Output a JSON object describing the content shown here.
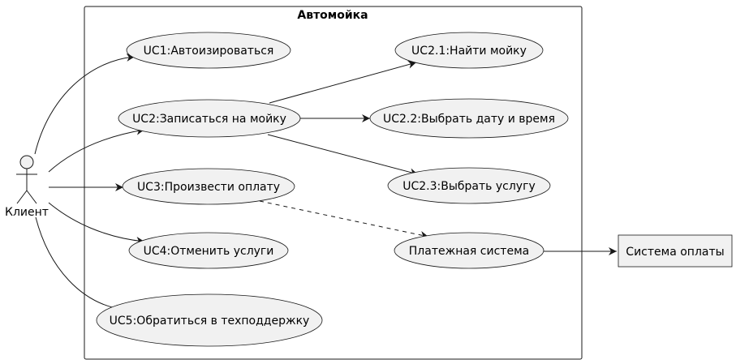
{
  "system": {
    "title": "Автомойка"
  },
  "actor": {
    "label": "Клиент"
  },
  "use_cases": {
    "uc1": "UC1:Автоизироваться",
    "uc2": "UC2:Записаться на мойку",
    "uc3": "UC3:Произвести оплату",
    "uc4": "UC4:Отменить услуги",
    "uc5": "UC5:Обратиться в техподдержку",
    "uc21": "UC2.1:Найти мойку",
    "uc22": "UC2.2:Выбрать дату и время",
    "uc23": "UC2.3:Выбрать услугу",
    "payment": "Платежная система"
  },
  "external": {
    "label": "Система оплаты"
  },
  "colors": {
    "fill": "#f1f1f1",
    "stroke": "#181818",
    "background": "#ffffff"
  }
}
